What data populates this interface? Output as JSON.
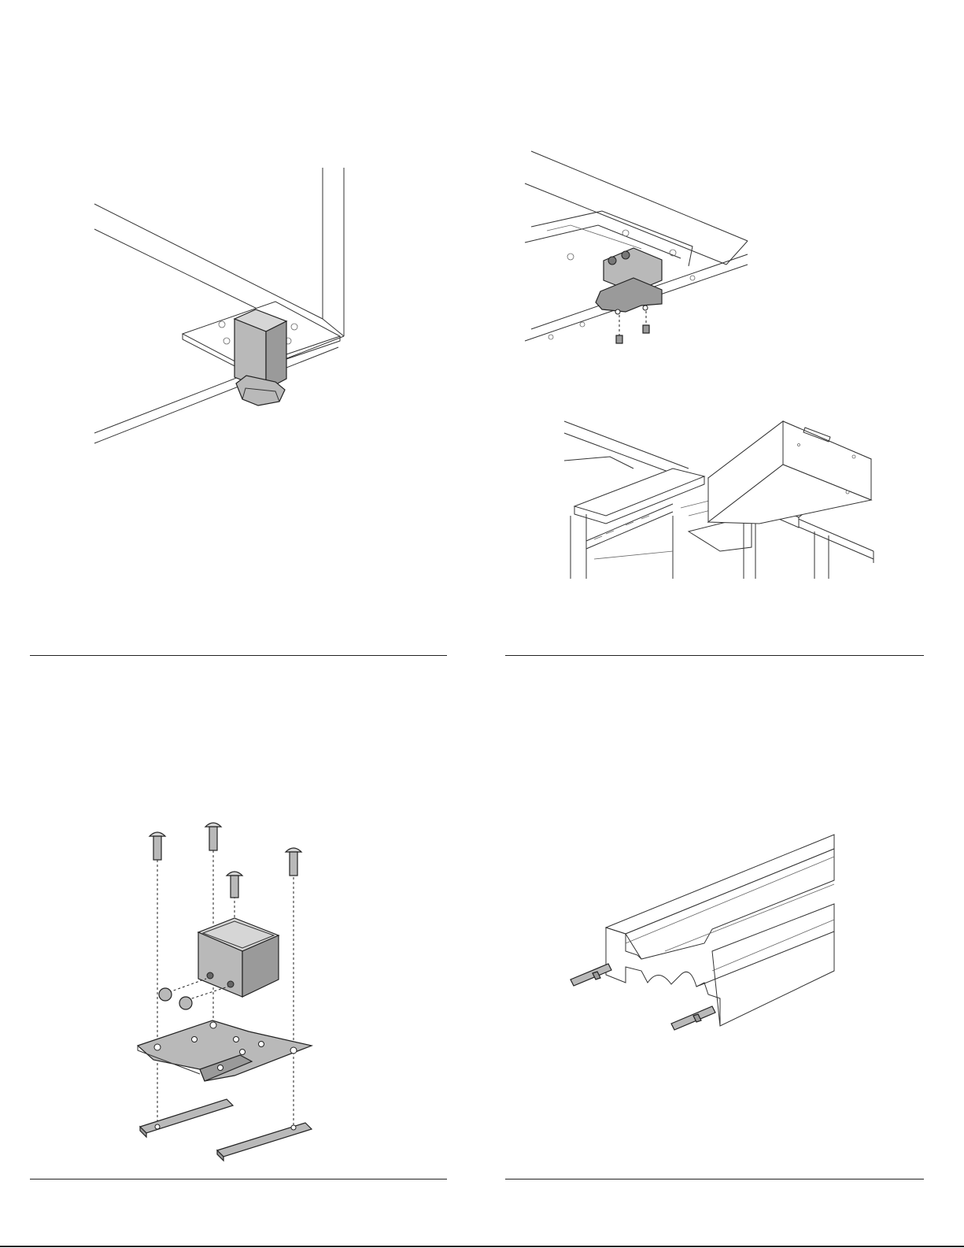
{
  "figures": [
    {
      "id": "leveling-foot-under-cabinet",
      "parts": [
        "cabinet-base",
        "mounting-plate",
        "leveling-foot"
      ]
    },
    {
      "id": "corner-bracket-install",
      "parts": [
        "cabinet-underside",
        "corner-bracket",
        "bracket-screws"
      ]
    },
    {
      "id": "drawer-rail-mounting",
      "parts": [
        "cabinet-frame",
        "drawer-slide-rail",
        "drawer-box"
      ]
    },
    {
      "id": "foot-bracket-exploded",
      "parts": [
        "bolts",
        "foot-housing",
        "set-screws",
        "base-plate",
        "spacer-bars"
      ]
    },
    {
      "id": "aluminium-extrusion-with-pins",
      "parts": [
        "extrusion-profile",
        "threaded-pins"
      ]
    }
  ],
  "colors": {
    "line": "#222222",
    "part_fill": "#b9b9b9",
    "part_dark": "#9a9a9a",
    "part_light": "#d6d6d6"
  }
}
